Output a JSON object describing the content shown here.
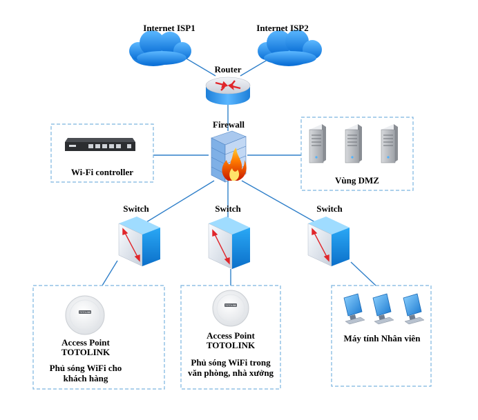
{
  "labels": {
    "isp1": "Internet ISP1",
    "isp2": "Internet ISP2",
    "router": "Router",
    "firewall": "Firewall",
    "wifi_controller": "Wi-Fi controller",
    "dmz": "Vùng DMZ",
    "switch_left": "Switch",
    "switch_middle": "Switch",
    "switch_right": "Switch",
    "ap_left_line1": "Access Point",
    "ap_left_line2": "TOTOLINK",
    "ap_left_desc_line1": "Phủ sóng WiFi cho",
    "ap_left_desc_line2": "khách hàng",
    "ap_mid_line1": "Access Point",
    "ap_mid_line2": "TOTOLINK",
    "ap_mid_desc_line1": "Phủ sóng WiFi trong",
    "ap_mid_desc_line2": "văn phòng, nhà xưởng",
    "pcs": "Máy tính Nhân viên",
    "ap_brand": "TOTOLINK"
  },
  "colors": {
    "cloud": "#1e90e8",
    "link": "#2f7fc9",
    "switch": "#1e9be8",
    "border_dashed": "#7ab3df"
  },
  "icons": [
    "cloud-icon",
    "router-icon",
    "firewall-icon",
    "switch-icon",
    "server-icon",
    "access-point-icon",
    "computer-icon",
    "wifi-controller-icon"
  ]
}
